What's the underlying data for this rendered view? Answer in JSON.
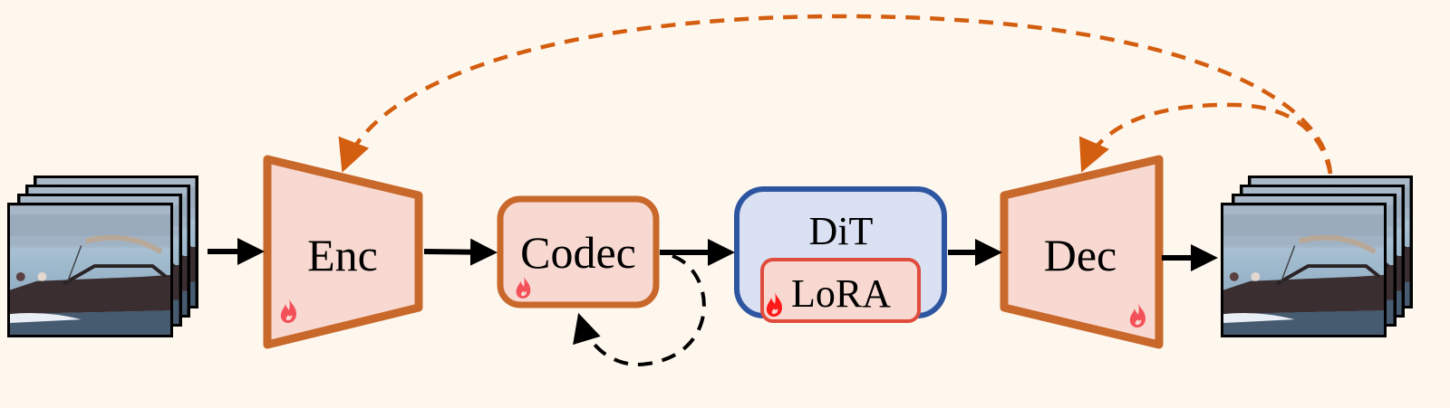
{
  "diagram": {
    "title": "",
    "colors": {
      "background": "#fef7ee",
      "module_fill": "#f8d9d1",
      "module_stroke": "#c8682a",
      "dit_fill": "#d9e1f3",
      "dit_stroke": "#2d55a0",
      "lora_stroke": "#e04c3c",
      "flame": "#f4505a",
      "flame_lora": "#ff1a1a",
      "feedback_dashed": "#d45e10",
      "flow_arrow": "#000000"
    },
    "nodes": [
      {
        "id": "input-frames",
        "label": "",
        "kind": "video-frames"
      },
      {
        "id": "encoder",
        "label": "Enc",
        "kind": "trapezoid",
        "trainable": true
      },
      {
        "id": "codec",
        "label": "Codec",
        "kind": "rounded-box",
        "trainable": true
      },
      {
        "id": "dit",
        "label": "DiT",
        "kind": "rounded-box",
        "trainable": false
      },
      {
        "id": "lora",
        "label": "LoRA",
        "kind": "rounded-box",
        "trainable": true,
        "parent": "dit"
      },
      {
        "id": "decoder",
        "label": "Dec",
        "kind": "trapezoid",
        "trainable": true
      },
      {
        "id": "output-frames",
        "label": "",
        "kind": "video-frames"
      }
    ],
    "edges": [
      {
        "from": "input-frames",
        "to": "encoder",
        "style": "solid"
      },
      {
        "from": "encoder",
        "to": "codec",
        "style": "solid"
      },
      {
        "from": "codec",
        "to": "dit",
        "style": "solid"
      },
      {
        "from": "dit",
        "to": "decoder",
        "style": "solid"
      },
      {
        "from": "decoder",
        "to": "output-frames",
        "style": "solid"
      },
      {
        "from": "codec",
        "to": "codec",
        "style": "dashed-loop"
      },
      {
        "from": "output-frames",
        "to": "encoder",
        "style": "dashed-feedback"
      },
      {
        "from": "output-frames",
        "to": "decoder",
        "style": "dashed-feedback"
      }
    ],
    "trainable_icon": "flame-icon"
  }
}
